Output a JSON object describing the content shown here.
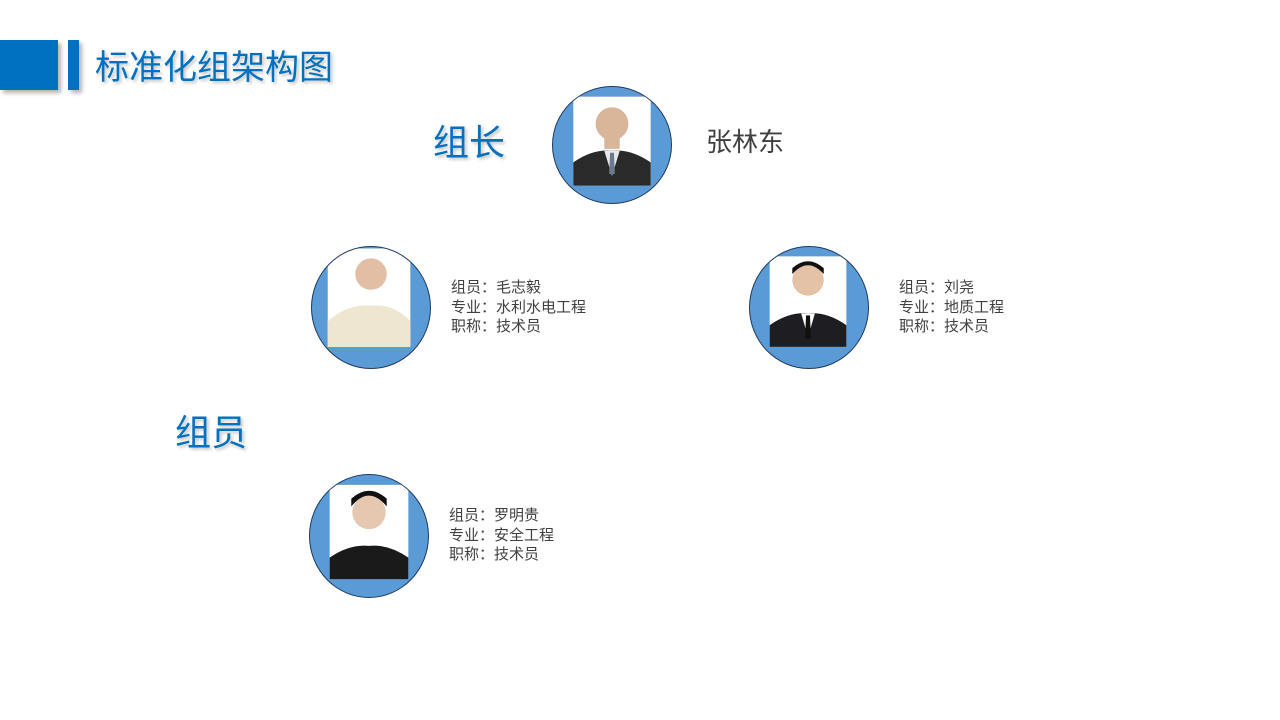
{
  "title": "标准化组架构图",
  "leader": {
    "role_label": "组长",
    "name": "张林东"
  },
  "members_label": "组员",
  "members": [
    {
      "member": "组员：毛志毅",
      "major": "专业：水利水电工程",
      "title": "职称：技术员",
      "shirt": "#EFE6D2"
    },
    {
      "member": "组员：刘尧",
      "major": "专业：地质工程",
      "title": "职称：技术员",
      "shirt": "#1E1E22"
    },
    {
      "member": "组员：罗明贵",
      "major": "专业：安全工程",
      "title": "职称：技术员",
      "shirt": "#1A1A1A"
    }
  ],
  "colors": {
    "accent": "#0070C0",
    "avatar_bg": "#5B9BD5"
  }
}
